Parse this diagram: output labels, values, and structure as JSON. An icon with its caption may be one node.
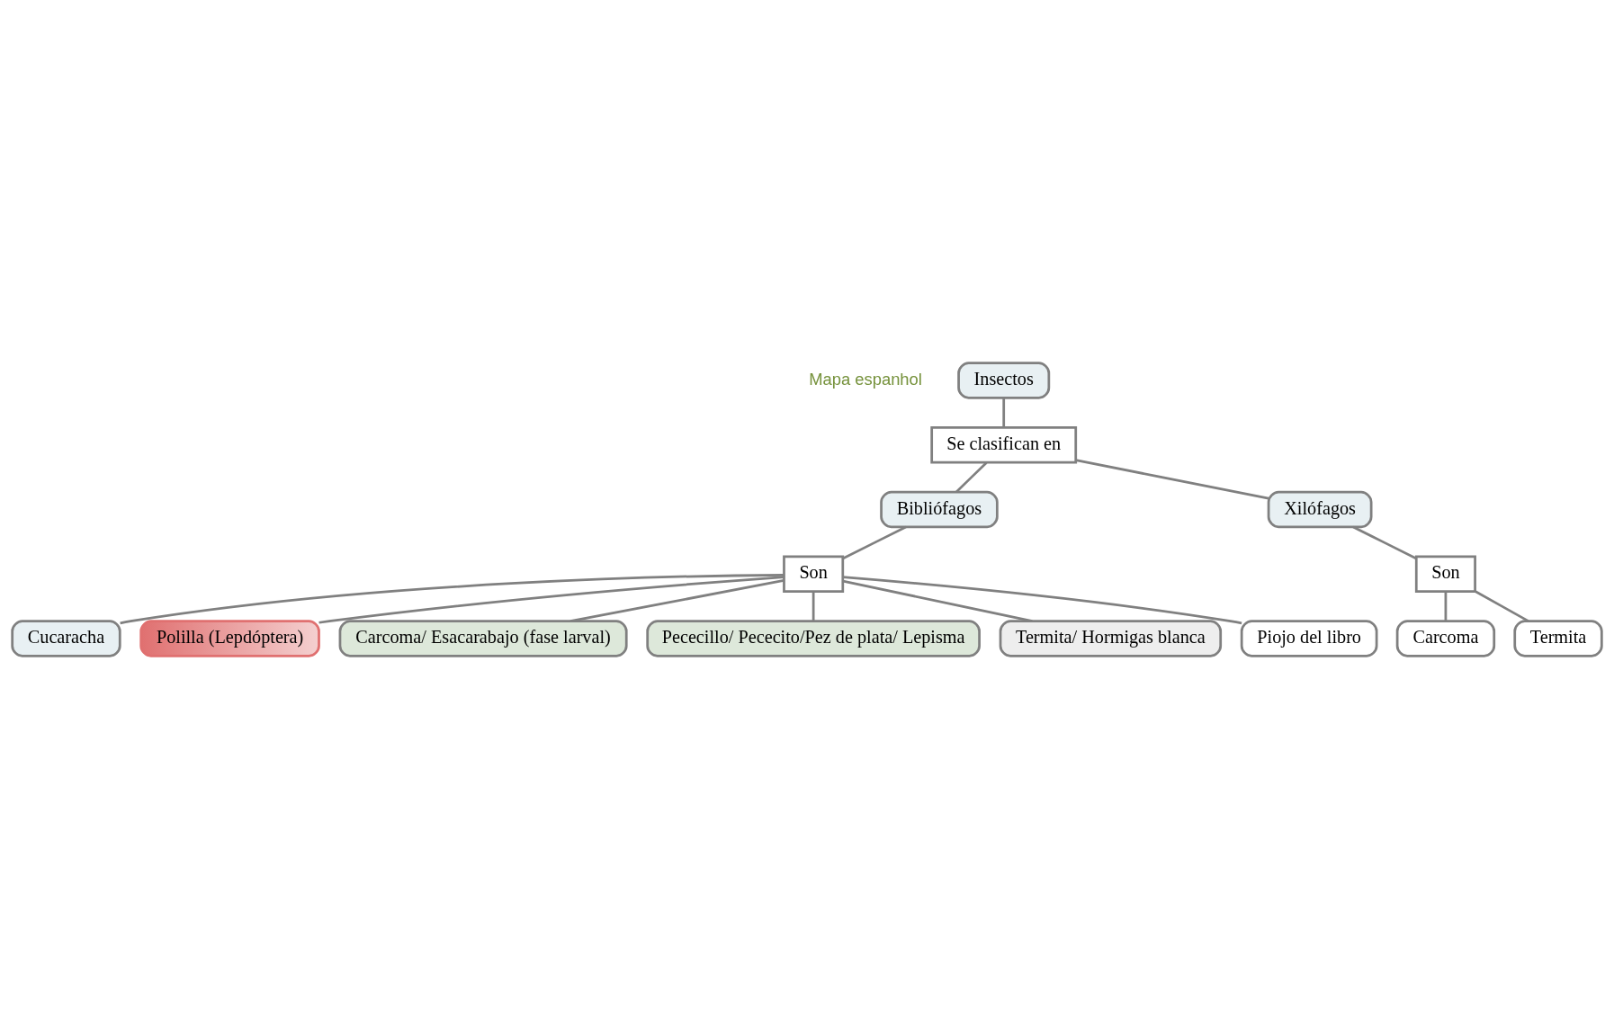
{
  "diagram": {
    "nodes": [
      {
        "text": [
          "Insectos"
        ]
      },
      {
        "text": [
          "Se clasifican en"
        ]
      },
      {
        "text": [
          "Bibliófagos"
        ]
      },
      {
        "text": [
          "Xilófagos"
        ]
      },
      {
        "text": [
          "Cucaracha"
        ]
      },
      {
        "text": [
          "Son"
        ]
      },
      {
        "text": [
          "Polilla (Lepdóptera)"
        ]
      },
      {
        "text": [
          "Son"
        ]
      },
      {
        "text": [
          "Carcoma"
        ]
      },
      {
        "text": [
          "Carcoma/ Esacarabajo (fase larval)"
        ]
      },
      {
        "text": [
          "Termita"
        ]
      },
      {
        "text": [
          "Pececillo/ Pececito/Pez de plata/ Lepisma"
        ]
      },
      {
        "text": [
          "Termita/ Hormigas blanca"
        ]
      },
      {
        "text": [
          "Piojo del libro"
        ]
      }
    ],
    "edges": [
      {
        "from": 0,
        "to": 1,
        "arrow": "none"
      },
      {
        "from": 1,
        "to": 2,
        "arrow": "none"
      },
      {
        "from": 1,
        "to": 3,
        "arrow": "none"
      },
      {
        "from": 2,
        "to": 5,
        "arrow": "none"
      },
      {
        "from": 3,
        "to": 7,
        "arrow": "none"
      },
      {
        "from": 5,
        "to": 4,
        "arrow": "none"
      },
      {
        "from": 5,
        "to": 6,
        "arrow": "none"
      },
      {
        "from": 5,
        "to": 9,
        "arrow": "none"
      },
      {
        "from": 5,
        "to": 12,
        "arrow": "none"
      },
      {
        "from": 5,
        "to": 13,
        "arrow": "none"
      },
      {
        "from": 5,
        "to": 11,
        "arrow": "none"
      },
      {
        "from": 7,
        "to": 8,
        "arrow": "none"
      },
      {
        "from": 7,
        "to": 10,
        "arrow": "none"
      }
    ],
    "labels": [
      "Mapa espanhol"
    ]
  }
}
